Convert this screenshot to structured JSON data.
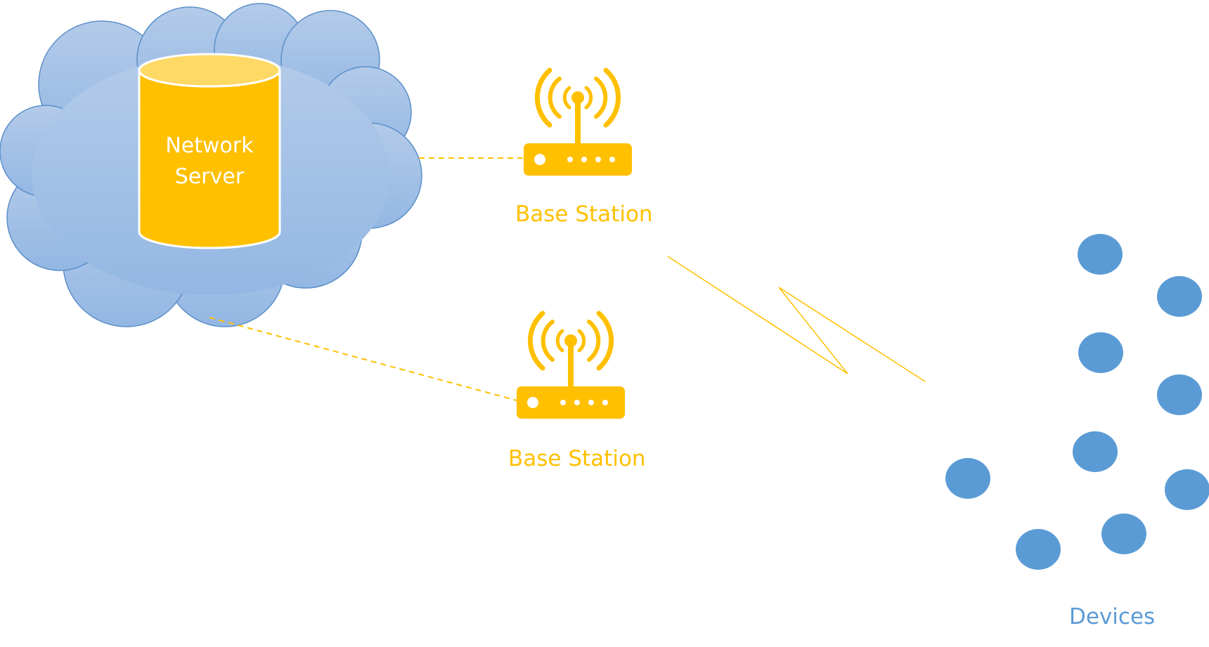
{
  "server": {
    "line1": "Network",
    "line2": "Server"
  },
  "base_stations": [
    {
      "label": "Base Station"
    },
    {
      "label": "Base Station"
    }
  ],
  "devices": {
    "label": "Devices",
    "count": 9
  },
  "colors": {
    "cloud_top": "#b4cbe9",
    "cloud_bottom": "#93b7e3",
    "cloud_stroke": "#5b8fc9",
    "server_fill": "#ffc000",
    "server_top": "#ffd966",
    "base_station": "#ffc000",
    "device": "#5b9bd5",
    "label_station": "#ffc000",
    "label_devices": "#5b9bd5"
  },
  "icons": {
    "cloud": "cloud-icon",
    "server": "database-cylinder-icon",
    "base_station": "wireless-router-icon",
    "device": "circle-device-icon",
    "link": "lightning-link-icon"
  }
}
